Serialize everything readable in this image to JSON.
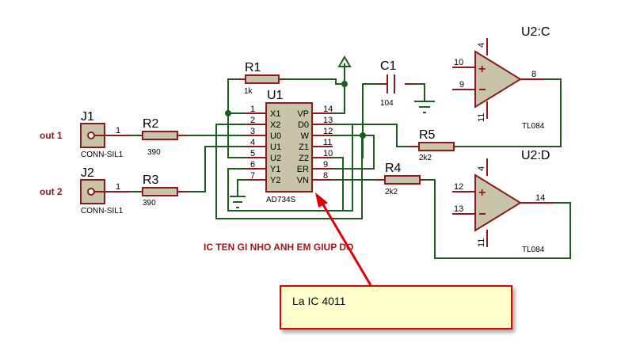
{
  "annotations": {
    "question": "IC TEN GI NHO ANH EM GIUP DO",
    "callout": "La IC  4011",
    "arrow_color": "#e00000",
    "callout_bg": "#ffffcc"
  },
  "connectors": [
    {
      "ref": "J1",
      "value": "CONN-SIL1",
      "pin": "1",
      "net_label": "out 1"
    },
    {
      "ref": "J2",
      "value": "CONN-SIL1",
      "pin": "1",
      "net_label": "out 2"
    }
  ],
  "resistors": [
    {
      "ref": "R1",
      "value": "1k"
    },
    {
      "ref": "R2",
      "value": "390"
    },
    {
      "ref": "R3",
      "value": "390"
    },
    {
      "ref": "R4",
      "value": "2k2"
    },
    {
      "ref": "R5",
      "value": "2k2"
    }
  ],
  "capacitor": {
    "ref": "C1",
    "value": "104"
  },
  "ic": {
    "ref": "U1",
    "part": "AD734S",
    "left_pins": [
      {
        "num": "1",
        "name": "X1"
      },
      {
        "num": "2",
        "name": "X2"
      },
      {
        "num": "3",
        "name": "U0"
      },
      {
        "num": "4",
        "name": "U1"
      },
      {
        "num": "5",
        "name": "U2"
      },
      {
        "num": "6",
        "name": "Y1"
      },
      {
        "num": "7",
        "name": "Y2"
      }
    ],
    "right_pins": [
      {
        "num": "14",
        "name": "VP"
      },
      {
        "num": "13",
        "name": "D0"
      },
      {
        "num": "12",
        "name": "W"
      },
      {
        "num": "11",
        "name": "Z1"
      },
      {
        "num": "10",
        "name": "Z2"
      },
      {
        "num": "9",
        "name": "ER"
      },
      {
        "num": "8",
        "name": "VN"
      }
    ]
  },
  "opamps": [
    {
      "ref": "U2:C",
      "part": "TL084",
      "plus_pin": "10",
      "minus_pin": "9",
      "out_pin": "8",
      "vpos_pin": "4",
      "vneg_pin": "11"
    },
    {
      "ref": "U2:D",
      "part": "TL084",
      "plus_pin": "12",
      "minus_pin": "13",
      "out_pin": "14",
      "vpos_pin": "4",
      "vneg_pin": "11"
    }
  ],
  "colors": {
    "wire": "#1e5c1e",
    "pin": "#8b1a1a",
    "body_fill": "#c8c4a8",
    "net_label": "#8b1a1a"
  }
}
